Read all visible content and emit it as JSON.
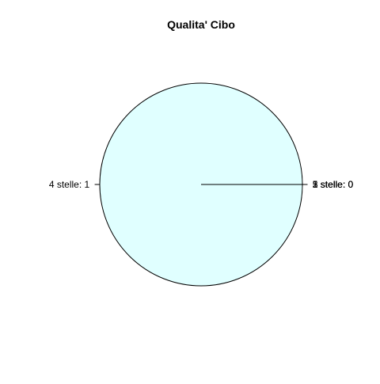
{
  "chart_data": {
    "type": "pie",
    "title": "Qualita' Cibo",
    "slices": [
      {
        "label": "4 stelle: 1",
        "value": 1
      },
      {
        "label": "1 stelle: 0",
        "value": 0
      },
      {
        "label": "2 stelle: 0",
        "value": 0
      },
      {
        "label": "3 stelle: 0",
        "value": 0
      },
      {
        "label": "5 stelle: 0",
        "value": 0
      }
    ],
    "colors": [
      "#E0FFFF"
    ],
    "border_color": "#000000",
    "legend": "none"
  }
}
